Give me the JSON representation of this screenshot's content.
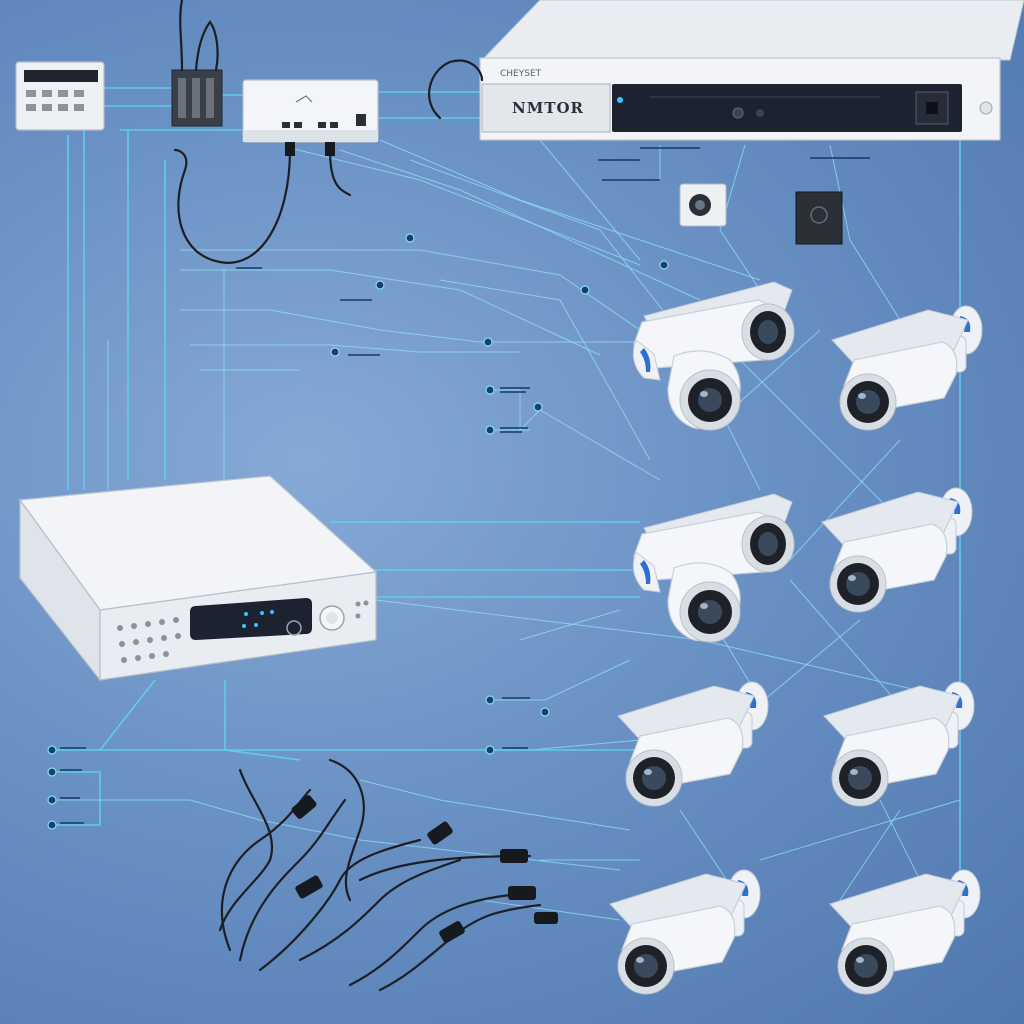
{
  "recorder": {
    "label": "NMTOR",
    "brand_mark": "CHEYSET"
  },
  "colors": {
    "background": "#6a91c4",
    "wire": "#5fd2f2",
    "device_body": "#f4f6f9",
    "cable": "#1c1f24",
    "display_panel": "#1d2230",
    "led": "#38c6ff"
  },
  "cameras": [
    {
      "style": "dual-dome"
    },
    {
      "style": "bullet"
    },
    {
      "style": "dual-dome"
    },
    {
      "style": "bullet"
    },
    {
      "style": "bullet"
    },
    {
      "style": "bullet"
    },
    {
      "style": "bullet"
    },
    {
      "style": "bullet"
    }
  ]
}
